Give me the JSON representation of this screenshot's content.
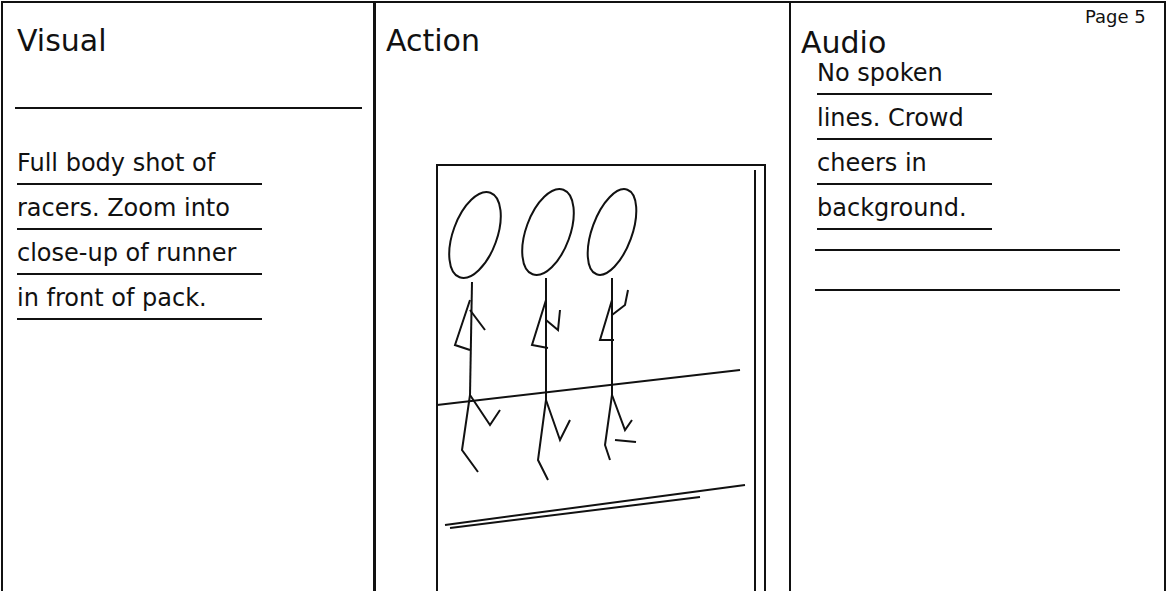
{
  "diagram": {
    "nodes": [
      {
        "text": [
          "Visual",
          "Full body shot of racers. Zoom into close-up of runner in front of pack."
        ]
      },
      {
        "text": [
          "Action"
        ]
      },
      {
        "text": [
          "Audio",
          "No spoken lines. Crowd cheers in background."
        ]
      }
    ],
    "labels": [
      "Page 5"
    ]
  }
}
